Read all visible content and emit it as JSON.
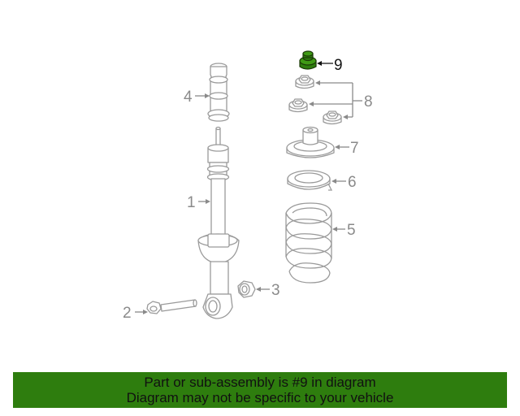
{
  "callouts": {
    "c1": "1",
    "c2": "2",
    "c3": "3",
    "c4": "4",
    "c5": "5",
    "c6": "6",
    "c7": "7",
    "c8": "8",
    "c9": "9"
  },
  "highlight_part": "9",
  "colors": {
    "highlight": "#2e7d0e",
    "banner_bg": "#2e7d0e",
    "line": "#9a9a9a"
  },
  "banner": {
    "line1": "Part or sub-assembly is #9 in diagram",
    "line2": "Diagram may not be specific to your vehicle"
  }
}
